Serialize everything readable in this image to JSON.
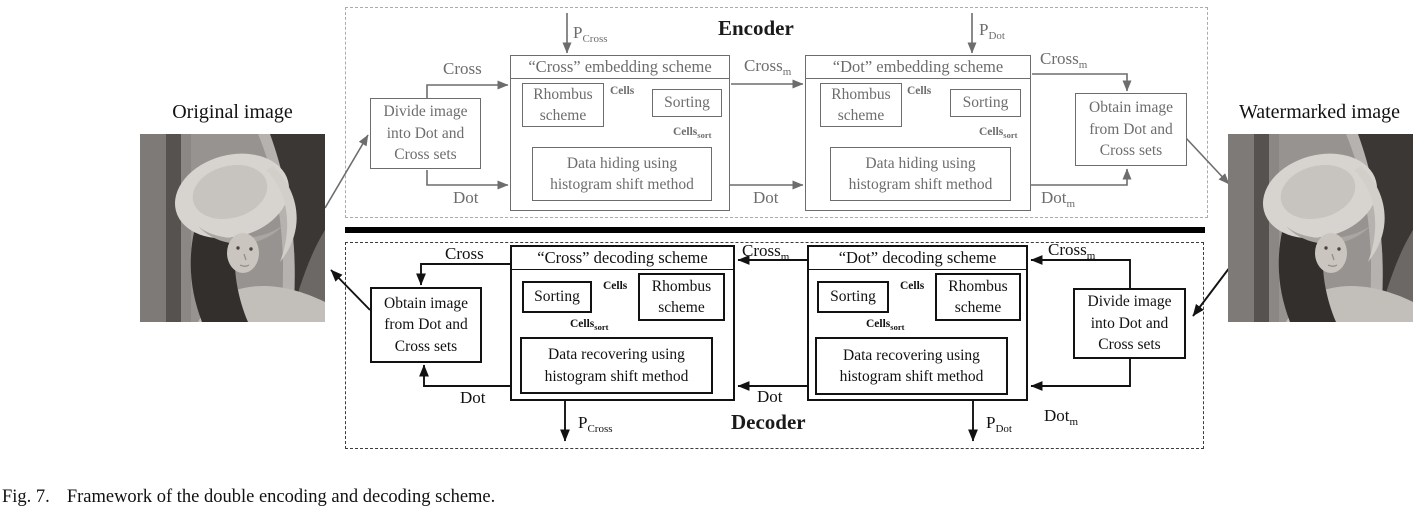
{
  "colors": {
    "encoder": "#6d6d6d",
    "encoder_border": "#ababab",
    "decoder": "#121212",
    "background": "#ffffff"
  },
  "caption": {
    "tag": "Fig. 7.",
    "text": "Framework of the double encoding and decoding scheme."
  },
  "side_images": {
    "original_label": "Original image",
    "watermarked_label": "Watermarked image"
  },
  "section_titles": {
    "encoder": "Encoder",
    "decoder": "Decoder"
  },
  "boxes": {
    "divide": "Divide image\ninto Dot and\nCross sets",
    "obtain": "Obtain image\nfrom Dot and\nCross sets",
    "rhombus": "Rhombus\nscheme",
    "sorting": "Sorting",
    "data_hiding": "Data hiding using\nhistogram shift method",
    "data_recovering": "Data recovering using\nhistogram shift method"
  },
  "scheme_titles": {
    "cross_embedding": "“Cross” embedding scheme",
    "dot_embedding": "“Dot” embedding scheme",
    "cross_decoding": "“Cross” decoding scheme",
    "dot_decoding": "“Dot” decoding scheme"
  },
  "labels": {
    "cross": "Cross",
    "dot": "Dot",
    "cells": "Cells",
    "cells_sort": {
      "main": "Cells",
      "sub": "sort"
    },
    "cross_m": {
      "main": "Cross",
      "sub": "m"
    },
    "dot_m": {
      "main": "Dot",
      "sub": "m"
    },
    "p_cross": {
      "main": "P",
      "sub": "Cross"
    },
    "p_dot": {
      "main": "P",
      "sub": "Dot"
    }
  }
}
